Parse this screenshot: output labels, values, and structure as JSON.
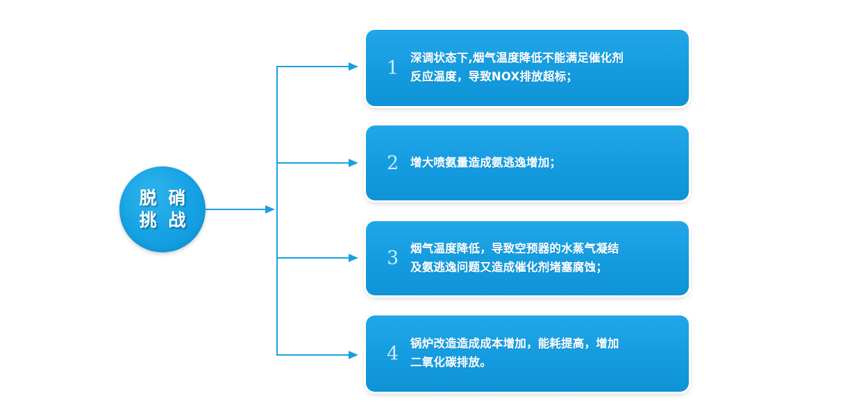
{
  "diagram": {
    "type": "radial-branch-flow",
    "hub": {
      "label_line_1": "脱 硝",
      "label_line_2": "挑 战",
      "color": "#16a3e4",
      "text_color": "#ffffff"
    },
    "connector": {
      "color": "#1b9ee2",
      "arrow_icon": "arrow-right-icon"
    },
    "box_color": "#149bdf",
    "items": [
      {
        "number": "1",
        "lines": [
          "深调状态下,烟气温度降低不能满足催化剂",
          "反应温度，导致NOX排放超标；"
        ],
        "text": "深调状态下,烟气温度降低不能满足催化剂反应温度，导致NOX排放超标；"
      },
      {
        "number": "2",
        "lines": [
          "增大喷氨量造成氨逃逸增加；"
        ],
        "text": "增大喷氨量造成氨逃逸增加；"
      },
      {
        "number": "3",
        "lines": [
          "烟气温度降低，导致空预器的水蒸气凝结",
          "及氨逃逸问题又造成催化剂堵塞腐蚀；"
        ],
        "text": "烟气温度降低，导致空预器的水蒸气凝结及氨逃逸问题又造成催化剂堵塞腐蚀；"
      },
      {
        "number": "4",
        "lines": [
          "锅炉改造造成成本增加，能耗提高，增加",
          "二氧化碳排放。"
        ],
        "text": "锅炉改造造成成本增加，能耗提高，增加二氧化碳排放。"
      }
    ]
  }
}
